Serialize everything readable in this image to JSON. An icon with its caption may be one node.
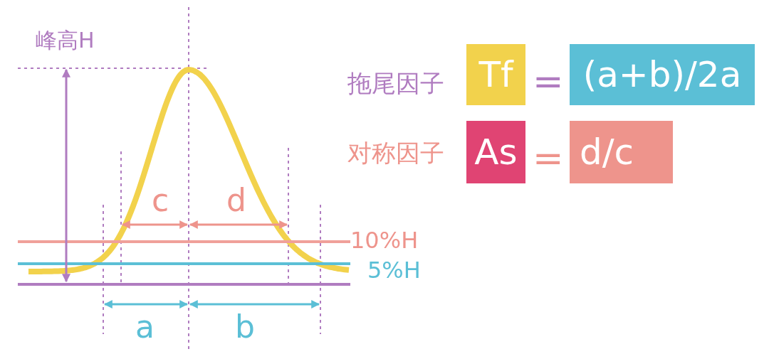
{
  "diagram": {
    "nodes": [
      {
        "text": [
          "Tf"
        ]
      },
      {
        "text": [
          "(a+b)/2a"
        ]
      },
      {
        "text": [
          "As"
        ]
      },
      {
        "text": [
          "d/c"
        ]
      }
    ],
    "labels": [
      "峰高H",
      "拖尾因子",
      "=",
      "对称因子",
      "=",
      "c",
      "d",
      "10%H",
      "5%H",
      "a",
      "b"
    ]
  }
}
